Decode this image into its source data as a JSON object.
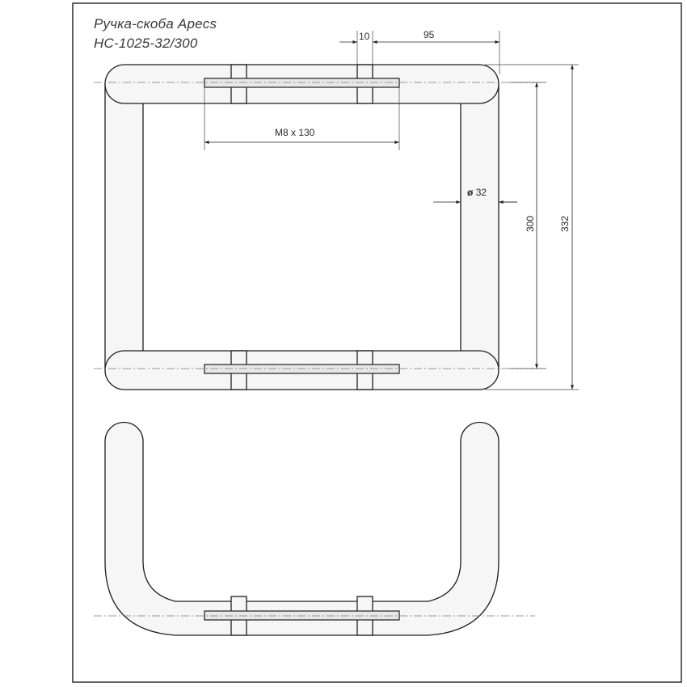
{
  "title": {
    "line1": "Ручка-скоба Apecs",
    "line2": "HC-1025-32/300"
  },
  "dimensions": {
    "pin_width": "10",
    "handle_offset": "95",
    "bolt": "M8 x 130",
    "diameter_symbol": "ø",
    "diameter": "32",
    "center_distance": "300",
    "overall_length": "332"
  }
}
